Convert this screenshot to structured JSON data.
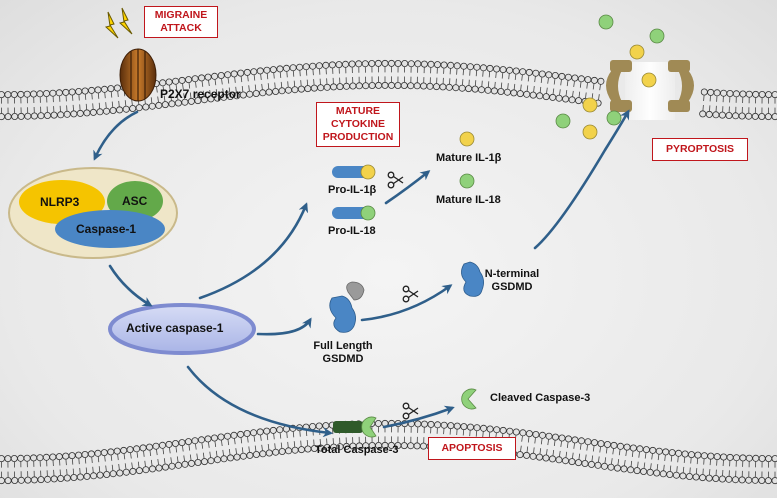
{
  "labels": {
    "p2x7": "P2X7 receptor",
    "nlrp3": "NLRP3",
    "asc": "ASC",
    "caspase1": "Caspase-1",
    "active_caspase1": "Active caspase-1",
    "pro_il1b": "Pro-IL-1β",
    "pro_il18": "Pro-IL-18",
    "mature_il1b": "Mature IL-1β",
    "mature_il18": "Mature IL-18",
    "full_length_gsdmd_1": "Full Length",
    "full_length_gsdmd_2": "GSDMD",
    "n_terminal_gsdmd_1": "N-terminal",
    "n_terminal_gsdmd_2": "GSDMD",
    "total_caspase3": "Total Caspase-3",
    "cleaved_caspase3": "Cleaved Caspase-3"
  },
  "boxes": {
    "migraine_1": "MIGRAINE",
    "migraine_2": "ATTACK",
    "mature_cytokine_1": "MATURE",
    "mature_cytokine_2": "CYTOKINE",
    "mature_cytokine_3": "PRODUCTION",
    "pyroptosis": "PYROPTOSIS",
    "apoptosis": "APOPTOSIS"
  },
  "colors": {
    "accent_red": "#c0161c",
    "arrow_blue": "#2f5f8a",
    "il1b_yellow": "#f2d24b",
    "il18_green": "#8fd17a",
    "protein_blue": "#4a86c5",
    "nlrp3_yellow": "#f5c400",
    "asc_green": "#63a94a",
    "inflammasome_cream": "#efe6c8",
    "caspase3_dark": "#2f5a2a",
    "receptor_brown": "#8a4b16"
  },
  "icons": [
    "lightning-icon",
    "scissors-icon"
  ]
}
